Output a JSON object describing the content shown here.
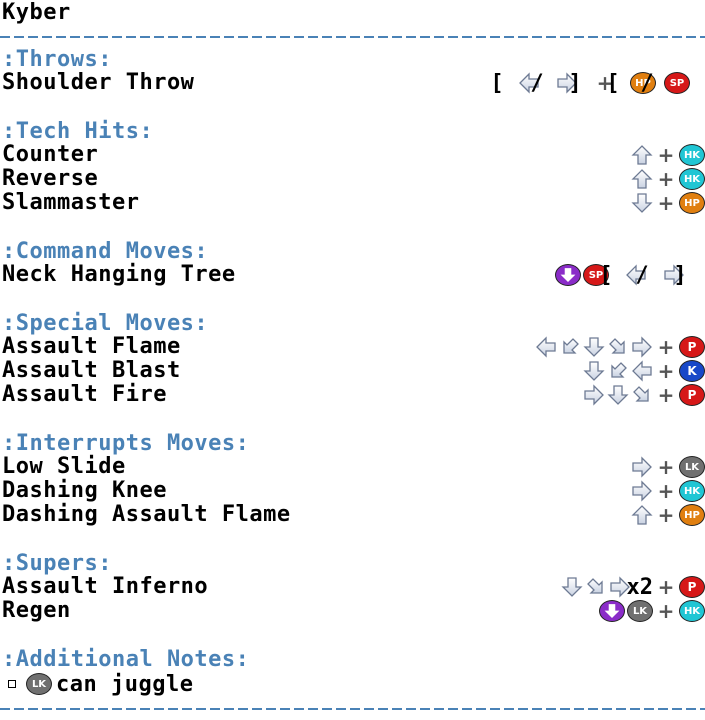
{
  "title": "Kyber",
  "colors": {
    "section": "#4a82b6",
    "hk": "#20c6d4",
    "hp": "#e07f10",
    "lk": "#707070",
    "p": "#d61818",
    "k": "#1848c8",
    "purple": "#8a2cc8"
  },
  "sections": {
    "throws": {
      "heading": ":Throws:",
      "moves": [
        {
          "name": "Shoulder Throw"
        }
      ]
    },
    "tech": {
      "heading": ":Tech Hits:",
      "moves": [
        {
          "name": "Counter"
        },
        {
          "name": "Reverse"
        },
        {
          "name": "Slammaster"
        }
      ]
    },
    "command": {
      "heading": ":Command Moves:",
      "moves": [
        {
          "name": "Neck Hanging Tree"
        }
      ]
    },
    "special": {
      "heading": ":Special Moves:",
      "moves": [
        {
          "name": "Assault Flame"
        },
        {
          "name": "Assault Blast"
        },
        {
          "name": "Assault Fire"
        }
      ]
    },
    "interrupts": {
      "heading": ":Interrupts Moves:",
      "moves": [
        {
          "name": "Low Slide"
        },
        {
          "name": "Dashing Knee"
        },
        {
          "name": "Dashing Assault Flame"
        }
      ]
    },
    "supers": {
      "heading": ":Supers:",
      "moves": [
        {
          "name": "Assault Inferno"
        },
        {
          "name": "Regen"
        }
      ]
    },
    "notes": {
      "heading": ":Additional Notes:",
      "items": [
        {
          "button": "LK",
          "text": "can juggle"
        }
      ]
    }
  },
  "buttons": {
    "hk": "HK",
    "hp": "HP",
    "lk": "LK",
    "p": "P",
    "k": "K",
    "sp": "SP"
  },
  "symbols": {
    "plus": "+",
    "bracket_open": "[",
    "bracket_close": "]",
    "slash": "/",
    "x2": "x2"
  },
  "icons": [
    "arrow-up-icon",
    "arrow-down-icon",
    "arrow-left-icon",
    "arrow-right-icon",
    "arrow-down-left-icon",
    "arrow-down-right-icon"
  ]
}
